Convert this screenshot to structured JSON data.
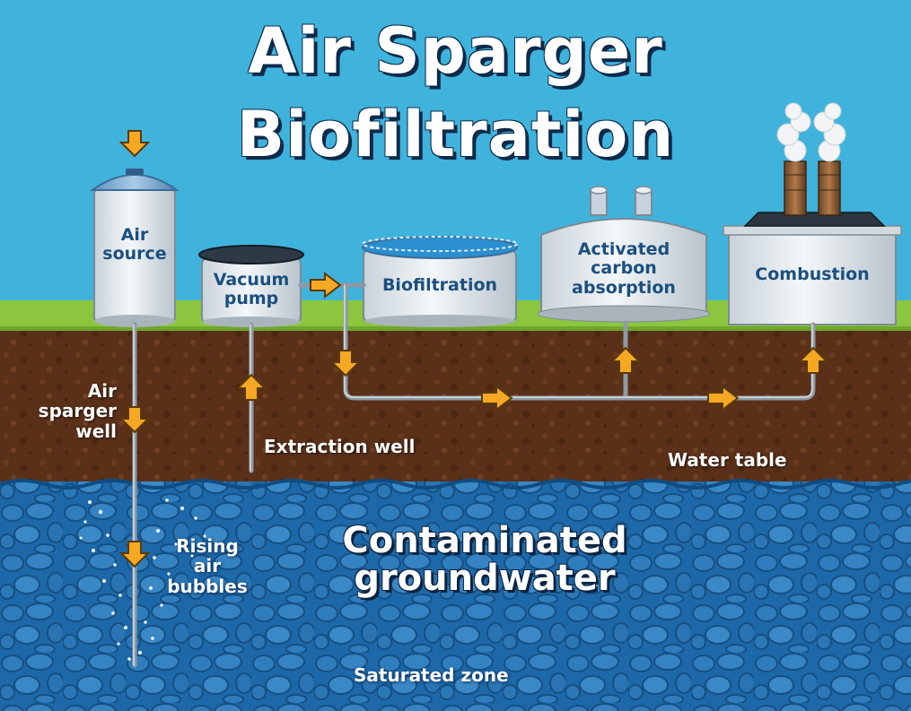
{
  "title": {
    "line1": "Air Sparger",
    "line2": "Biofiltration"
  },
  "components": {
    "air_source": {
      "line1": "Air",
      "line2": "source"
    },
    "vacuum_pump": {
      "line1": "Vacuum",
      "line2": "pump"
    },
    "biofiltration": {
      "label": "Biofiltration"
    },
    "carbon": {
      "line1": "Activated",
      "line2": "carbon",
      "line3": "absorption"
    },
    "combustion": {
      "label": "Combustion"
    }
  },
  "subsurface": {
    "sparger_well": {
      "line1": "Air",
      "line2": "sparger",
      "line3": "well"
    },
    "extraction_well": "Extraction well",
    "water_table": "Water table",
    "bubbles": {
      "line1": "Rising",
      "line2": "air",
      "line3": "bubbles"
    },
    "groundwater": {
      "line1": "Contaminated",
      "line2": "groundwater"
    },
    "saturated_zone": "Saturated zone"
  },
  "colors": {
    "sky": "#3fb3dc",
    "grass": "#8cc63f",
    "soil": "#5a3019",
    "water": "#1d68a8",
    "arrow": "#f7a823",
    "pipe": "#9aa5ae",
    "tank": "#e4e9ed",
    "tank_text": "#1b4f80"
  }
}
